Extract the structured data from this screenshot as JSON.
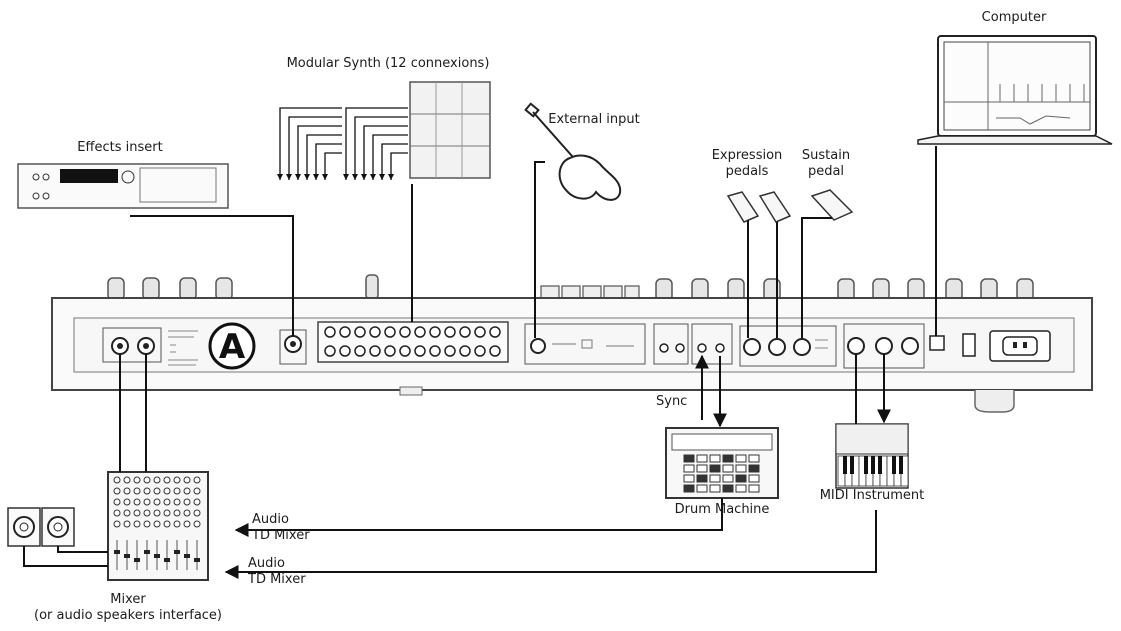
{
  "labels": {
    "computer": "Computer",
    "modular_synth": "Modular Synth (12 connexions)",
    "external_input": "External input",
    "effects_insert": "Effects insert",
    "expression_pedals": "Expression\npedals",
    "sustain_pedal": "Sustain\npedal",
    "sync": "Sync",
    "drum_machine": "Drum Machine",
    "midi_instrument": "MIDI Instrument",
    "audio_td_mixer_1": "Audio\nTD Mixer",
    "audio_td_mixer_2": "Audio\nTD Mixer",
    "mixer": "Mixer\n(or audio speakers interface)"
  },
  "logo_letter": "A",
  "colors": {
    "line": "#111111",
    "device_fill": "#f4f4f4",
    "device_stroke": "#6a6a6a"
  }
}
